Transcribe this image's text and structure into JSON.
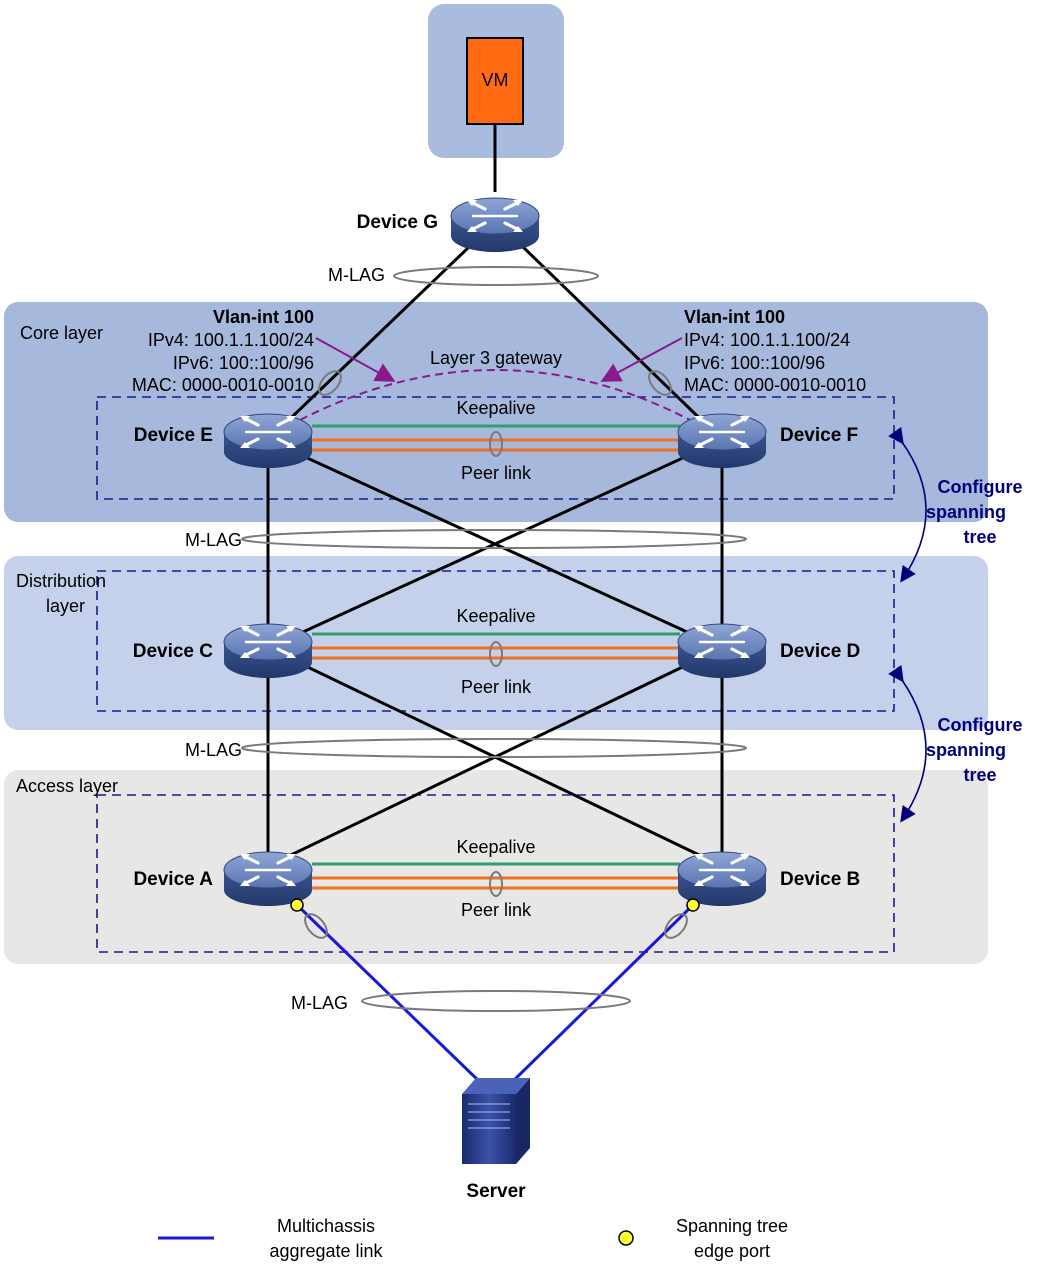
{
  "vm": {
    "label": "VM"
  },
  "devices": {
    "g": "Device G",
    "e": "Device E",
    "f": "Device F",
    "c": "Device C",
    "d": "Device D",
    "a": "Device A",
    "b": "Device B",
    "server": "Server"
  },
  "layers": {
    "core": "Core layer",
    "distribution_line1": "Distribution",
    "distribution_line2": "layer",
    "access": "Access layer"
  },
  "mlag": "M-LAG",
  "links": {
    "keepalive": "Keepalive",
    "peer_link": "Peer link",
    "gateway": "Layer 3 gateway"
  },
  "vlan_left": {
    "title": "Vlan-int 100",
    "ipv4": "IPv4: 100.1.1.100/24",
    "ipv6": "IPv6: 100::100/96",
    "mac": "MAC: 0000-0010-0010"
  },
  "vlan_right": {
    "title": "Vlan-int 100",
    "ipv4": "IPv4: 100.1.1.100/24",
    "ipv6": "IPv6: 100::100/96",
    "mac": "MAC: 0000-0010-0010"
  },
  "configure_stp": {
    "line1": "Configure",
    "line2": "spanning",
    "line3": "tree"
  },
  "legend": {
    "mlag_line1": "Multichassis",
    "mlag_line2": "aggregate link",
    "edge_line1": "Spanning tree",
    "edge_line2": "edge port"
  },
  "colors": {
    "core_bg": "#a7b8dd",
    "dist_bg": "#c5d1ea",
    "access_bg": "#e8e7e5",
    "vm_bg": "#a9bcdf",
    "vm_box": "#ff6a13",
    "keepalive": "#2e9e6b",
    "peer_link": "#f07020",
    "mlag_link": "#1a1ad6",
    "gateway_arc": "#8a1a8a",
    "navy": "#00007a",
    "edge_port": "#ffff33"
  }
}
